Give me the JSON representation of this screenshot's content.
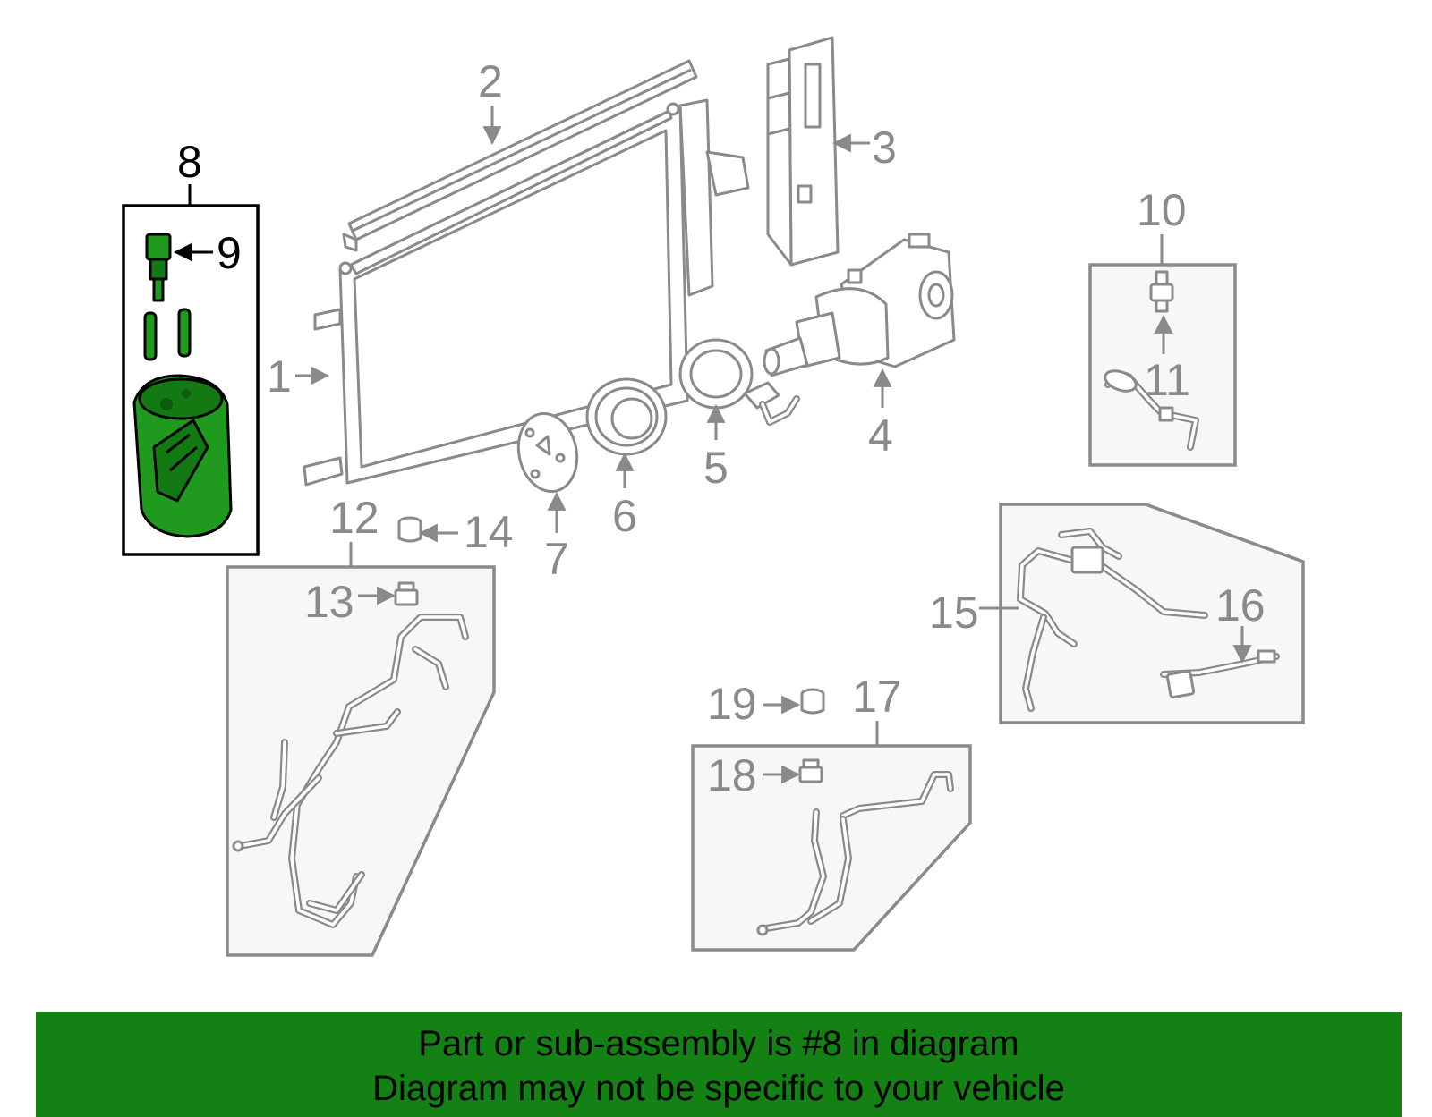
{
  "diagram": {
    "callouts": [
      "1",
      "2",
      "3",
      "4",
      "5",
      "6",
      "7",
      "8",
      "9",
      "10",
      "11",
      "12",
      "13",
      "14",
      "15",
      "16",
      "17",
      "18",
      "19"
    ],
    "highlight_color": "#1f9a1f",
    "line_color": "#8a8a8a"
  },
  "banner": {
    "color": "#138113",
    "line1": "Part or sub-assembly is #8 in diagram",
    "line2": "Diagram may not be specific to your vehicle"
  }
}
